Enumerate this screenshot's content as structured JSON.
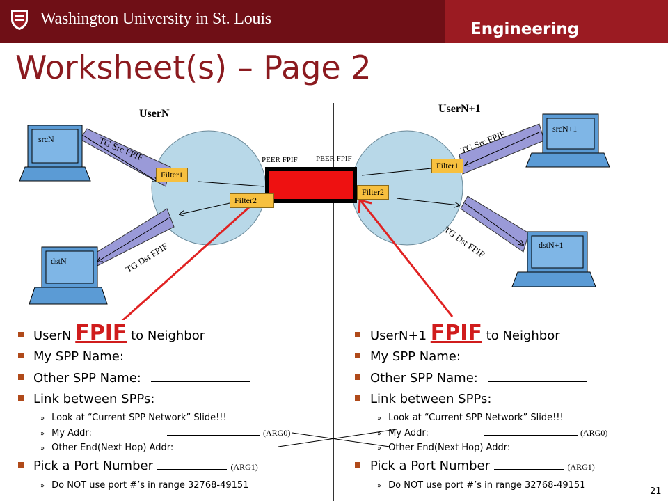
{
  "header": {
    "university": "Washington University in St. Louis",
    "department": "Engineering",
    "crest_icon": "university-crest-icon",
    "colors": {
      "bar": "#9b1b22",
      "bar_dark": "#6f0f16"
    }
  },
  "slide": {
    "title": "Worksheet(s) – Page 2",
    "page_number": "21"
  },
  "diagram": {
    "left": {
      "title": "UserN",
      "src_pc": "srcN",
      "dst_pc": "dstN",
      "tg_src": "TG Src FPIF",
      "tg_dst": "TG Dst FPIF",
      "filter1": "Filter1",
      "filter2": "Filter2",
      "peer": "PEER FPIF"
    },
    "right": {
      "title": "UserN+1",
      "src_pc": "srcN+1",
      "dst_pc": "dstN+1",
      "tg_src": "TG Src FPIF",
      "tg_dst": "TG Dst FPIF",
      "filter1": "Filter1",
      "filter2": "Filter2",
      "peer": "PEER FPIF"
    },
    "colors": {
      "router": "#ee1111",
      "pipe": "#9a9ad8",
      "circle": "#b8d8e8",
      "arrow": "#e02222",
      "filter": "#f7c03f"
    }
  },
  "left_col": {
    "h1_pre": "UserN",
    "h1_fpif": "FPIF",
    "h1_post": "to Neighbor",
    "my_spp": "My SPP Name:",
    "other_spp": "Other SPP Name:",
    "link": "Link between SPPs:",
    "look": "Look at “Current SPP Network” Slide!!!",
    "my_addr": "My Addr:",
    "arg0": "(ARG0)",
    "other_end": "Other End(Next Hop) Addr:",
    "pick": "Pick a Port Number",
    "arg1": "(ARG1)",
    "do_not": "Do NOT use port #’s in range 32768-49151"
  },
  "right_col": {
    "h1_pre": "UserN+1",
    "h1_fpif": "FPIF",
    "h1_post": "to Neighbor",
    "my_spp": "My SPP Name:",
    "other_spp": "Other SPP Name:",
    "link": "Link between SPPs:",
    "look": "Look at “Current SPP Network” Slide!!!",
    "my_addr": "My Addr:",
    "arg0": "(ARG0)",
    "other_end": "Other End(Next Hop) Addr:",
    "pick": "Pick a Port Number",
    "arg1": "(ARG1)",
    "do_not": "Do NOT use port #’s in range 32768-49151"
  }
}
